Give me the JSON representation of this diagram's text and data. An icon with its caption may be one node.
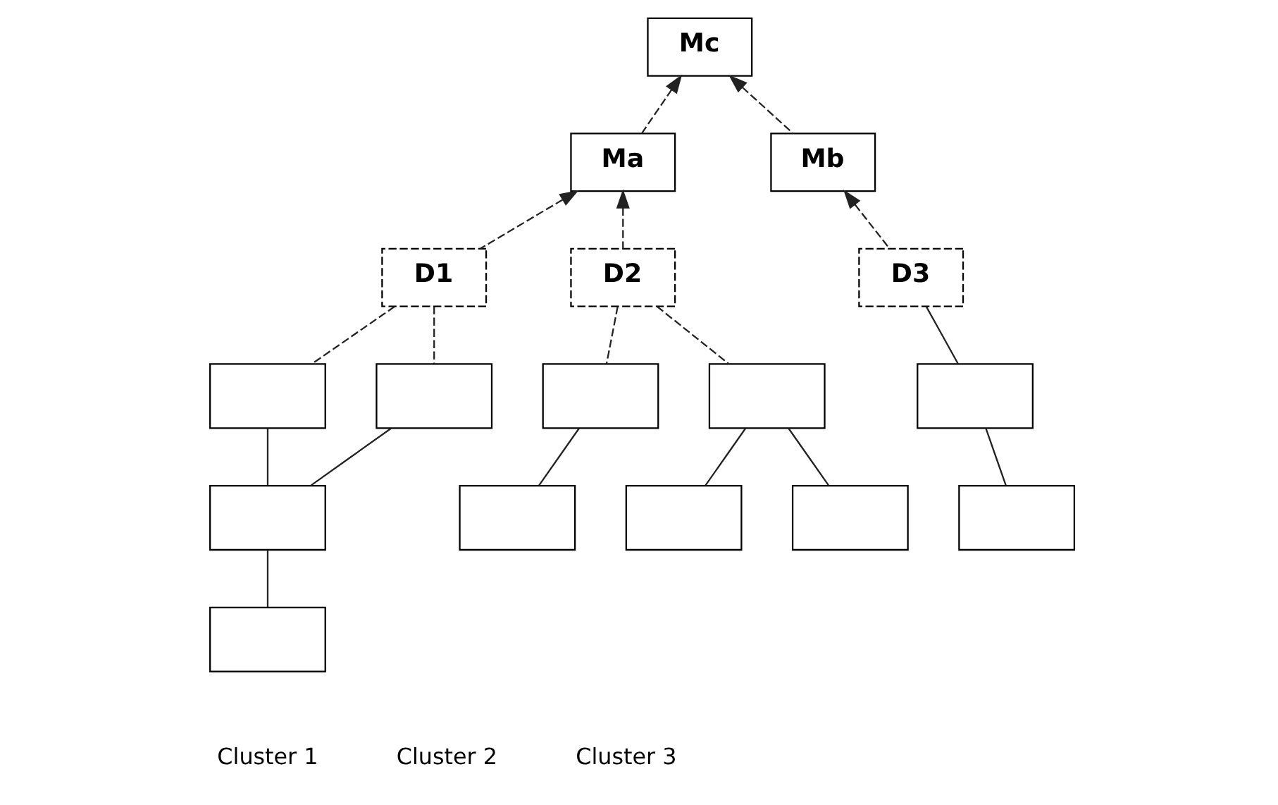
{
  "diagram": {
    "nodes": [
      {
        "text": [
          "Mc"
        ]
      },
      {
        "text": [
          "Ma"
        ]
      },
      {
        "text": [
          "Mb"
        ]
      },
      {
        "text": [
          "D1"
        ]
      },
      {
        "text": [
          "D2"
        ]
      },
      {
        "text": [
          "D3"
        ]
      },
      {
        "text": [],
        "shape": "box"
      },
      {
        "text": [],
        "shape": "box"
      },
      {
        "text": [],
        "shape": "box"
      },
      {
        "text": [],
        "shape": "box"
      },
      {
        "text": [],
        "shape": "box"
      },
      {
        "text": [],
        "shape": "box"
      },
      {
        "text": [],
        "shape": "box"
      },
      {
        "text": [],
        "shape": "box"
      },
      {
        "text": [],
        "shape": "box"
      },
      {
        "text": [],
        "shape": "box"
      },
      {
        "text": [],
        "shape": "box"
      }
    ],
    "edges": [
      {
        "from": 1,
        "to": 0,
        "arrow": "to",
        "style": "dashed"
      },
      {
        "from": 2,
        "to": 0,
        "arrow": "to",
        "style": "dashed"
      },
      {
        "from": 3,
        "to": 1,
        "arrow": "to",
        "style": "dashed"
      },
      {
        "from": 4,
        "to": 1,
        "arrow": "to",
        "style": "dashed"
      },
      {
        "from": 5,
        "to": 2,
        "arrow": "to",
        "style": "dashed"
      },
      {
        "from": 3,
        "to": 6,
        "arrow": "none",
        "style": "dashed"
      },
      {
        "from": 3,
        "to": 7,
        "arrow": "none",
        "style": "dashed"
      },
      {
        "from": 4,
        "to": 10,
        "arrow": "none",
        "style": "dashed"
      },
      {
        "from": 4,
        "to": 11,
        "arrow": "none",
        "style": "dashed"
      },
      {
        "from": 5,
        "to": 15,
        "arrow": "none"
      },
      {
        "from": 6,
        "to": 8,
        "arrow": "none"
      },
      {
        "from": 7,
        "to": 8,
        "arrow": "none"
      },
      {
        "from": 8,
        "to": 9,
        "arrow": "none"
      },
      {
        "from": 10,
        "to": 12,
        "arrow": "none"
      },
      {
        "from": 11,
        "to": 13,
        "arrow": "none"
      },
      {
        "from": 11,
        "to": 14,
        "arrow": "none"
      },
      {
        "from": 15,
        "to": 16,
        "arrow": "none"
      }
    ],
    "labels": [
      "Cluster 1",
      "Cluster 2",
      "Cluster 3"
    ]
  }
}
